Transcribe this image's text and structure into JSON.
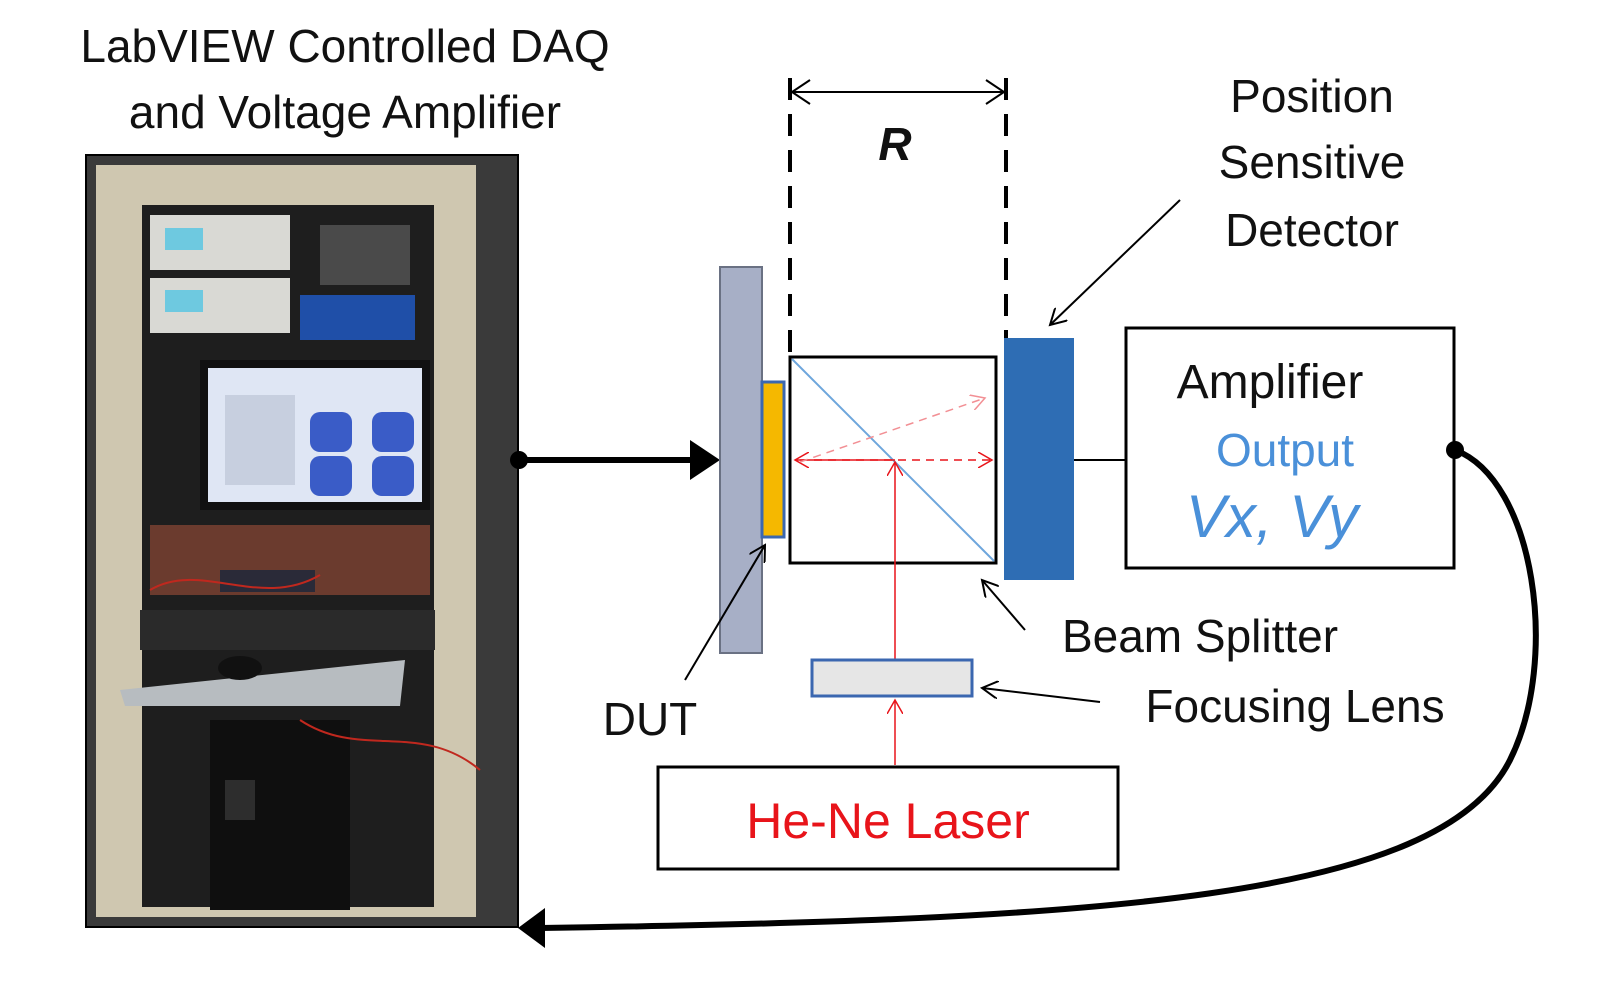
{
  "rack_caption": {
    "line1": "LabVIEW Controlled DAQ",
    "line2": "and Voltage Amplifier"
  },
  "range_label": "R",
  "psd_label": {
    "line1": "Position",
    "line2": "Sensitive",
    "line3": "Detector"
  },
  "amplifier": {
    "title": "Amplifier",
    "output_label": "Output",
    "signals": "Vx, Vy"
  },
  "beam_splitter_label": "Beam Splitter",
  "focusing_lens_label": "Focusing Lens",
  "dut_label": "DUT",
  "laser_label": "He-Ne Laser",
  "colors": {
    "laser_red": "#e8141a",
    "output_blue": "#4a90d9",
    "detector_blue": "#2e6db4",
    "dut_yellow": "#f5b800",
    "mount_gray": "#a7afc6"
  }
}
